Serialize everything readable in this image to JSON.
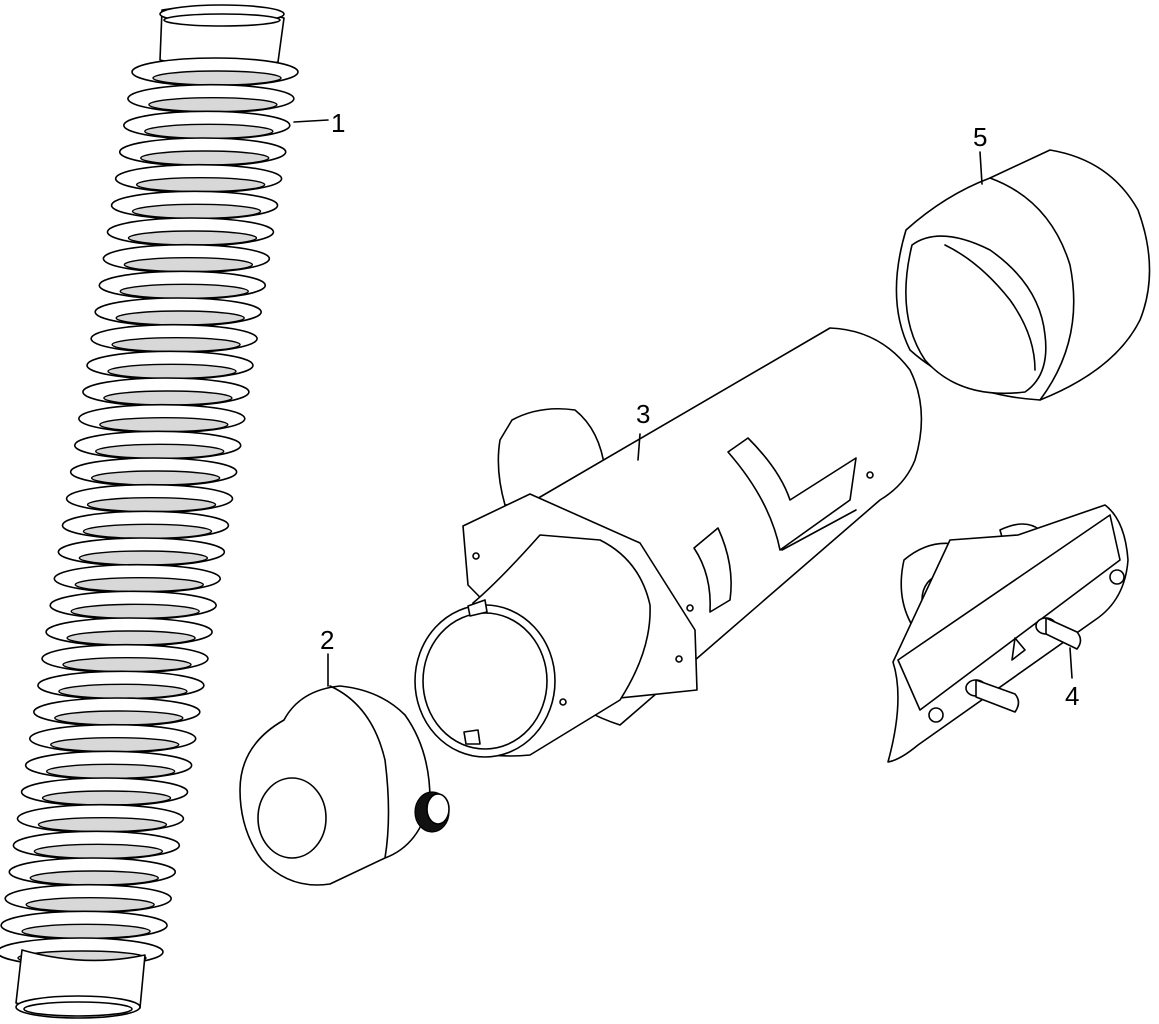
{
  "diagram": {
    "callouts": [
      {
        "id": "1",
        "text": "1"
      },
      {
        "id": "2",
        "text": "2"
      },
      {
        "id": "3",
        "text": "3"
      },
      {
        "id": "4",
        "text": "4"
      },
      {
        "id": "5",
        "text": "5"
      }
    ],
    "parts": [
      {
        "id": "1",
        "icon": "corrugated-hose"
      },
      {
        "id": "2",
        "icon": "end-cap-with-knob"
      },
      {
        "id": "3",
        "icon": "cylindrical-housing"
      },
      {
        "id": "4",
        "icon": "mounting-bracket-with-pins"
      },
      {
        "id": "5",
        "icon": "coupling-sleeve"
      }
    ],
    "line_color": "#000000",
    "background": "#ffffff"
  }
}
